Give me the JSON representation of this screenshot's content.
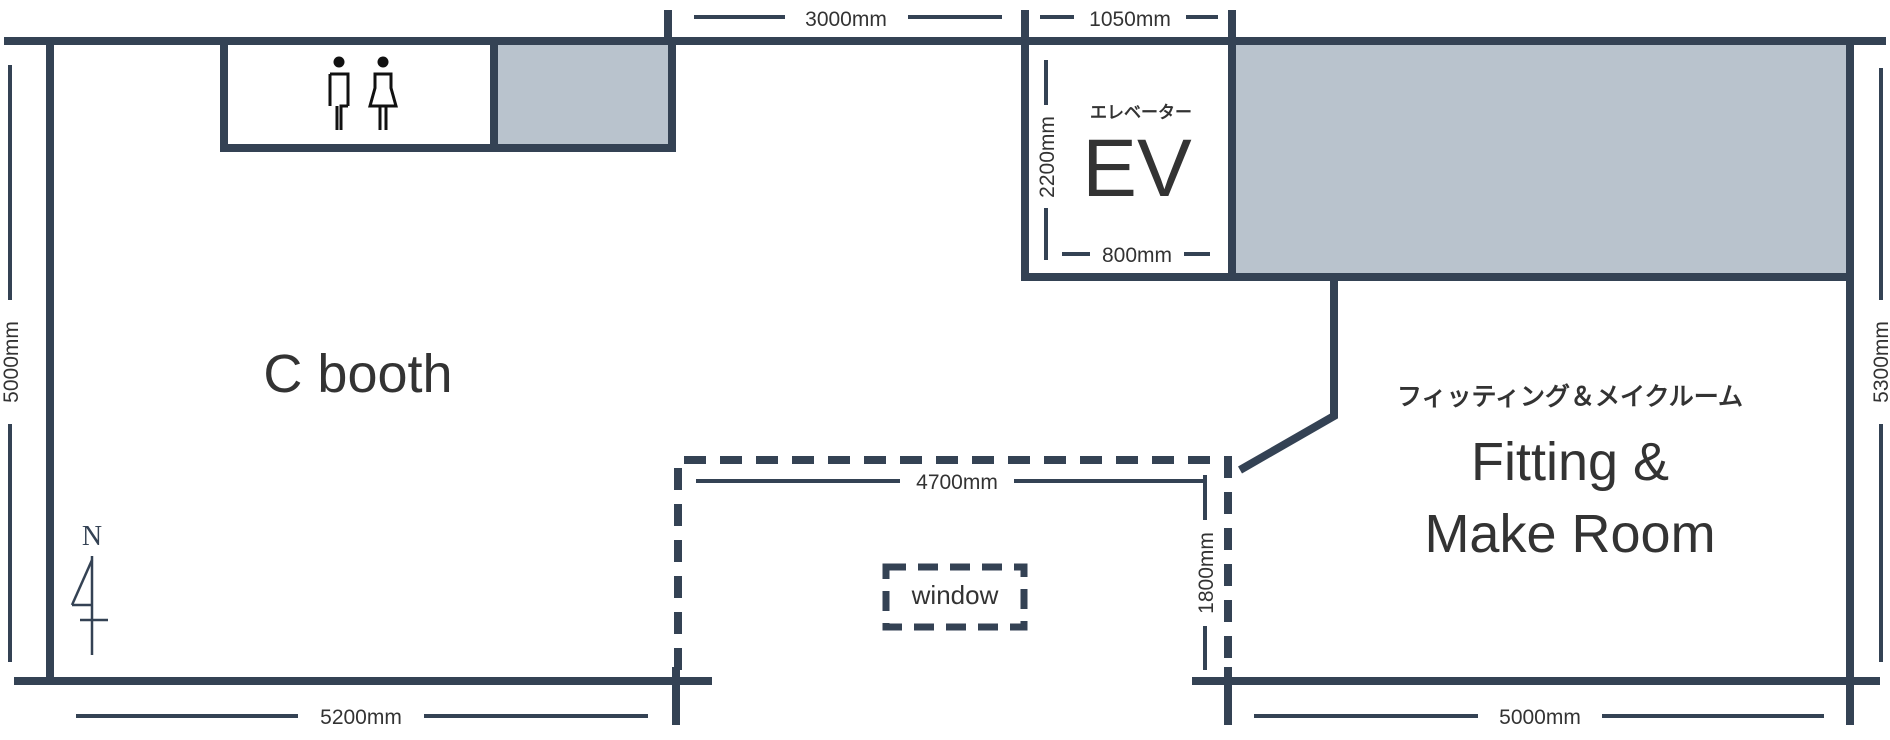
{
  "colors": {
    "wall": "#344254",
    "shaded": "#b9c3cd",
    "text": "#333333",
    "background": "#ffffff"
  },
  "rooms": {
    "c_booth": {
      "label": "C booth"
    },
    "fitting": {
      "label_jp": "フィッティング＆メイクルーム",
      "label_en_line1": "Fitting &",
      "label_en_line2": "Make Room"
    },
    "elevator": {
      "label_jp": "エレベーター",
      "label_en": "EV"
    },
    "window": {
      "label": "window"
    }
  },
  "restroom": {
    "icons": [
      "male-restroom-icon",
      "female-restroom-icon"
    ]
  },
  "compass": {
    "label": "N",
    "icon": "north-arrow-icon"
  },
  "dimensions": {
    "top_segment_1": "3000mm",
    "top_segment_2": "1050mm",
    "left_height": "5000mm",
    "right_height": "5300mm",
    "bottom_left": "5200mm",
    "bottom_right": "5000mm",
    "elevator_height": "2200mm",
    "elevator_width": "800mm",
    "window_area_width": "4700mm",
    "window_area_depth": "1800mm"
  }
}
